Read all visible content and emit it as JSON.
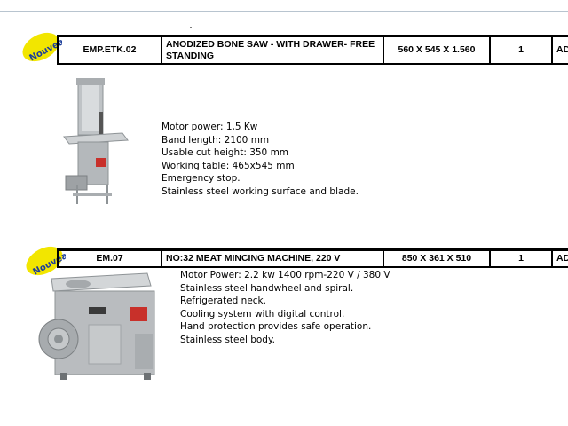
{
  "badge_text": "Nouveau",
  "products": [
    {
      "code": "EMP.ETK.02",
      "description": "ANODIZED BONE SAW - WITH DRAWER- FREE STANDING",
      "dimensions": "560 X 545 X 1.560",
      "quantity": "1",
      "extra": "AD",
      "specs": [
        "Motor power: 1,5 Kw",
        "Band length: 2100 mm",
        "Usable cut height: 350 mm",
        "Working table: 465x545 mm",
        "Emergency stop.",
        "Stainless steel working surface and blade."
      ]
    },
    {
      "code": "EM.07",
      "description": "NO:32 MEAT MINCING MACHINE, 220 V",
      "dimensions": "850 X 361 X 510",
      "quantity": "1",
      "extra": "AD",
      "specs": [
        "Motor Power: 2.2 kw 1400 rpm-220 V / 380 V",
        "Stainless steel handwheel and spiral.",
        "Refrigerated neck.",
        "Cooling system with digital control.",
        "Hand protection provides safe operation.",
        "Stainless steel body."
      ]
    }
  ],
  "colors": {
    "badge_fill": "#f2e600",
    "badge_text": "#1d3f9a",
    "frame_line": "#b8c4cf",
    "steel": "#b9bcbf",
    "red_panel": "#c8302a"
  }
}
